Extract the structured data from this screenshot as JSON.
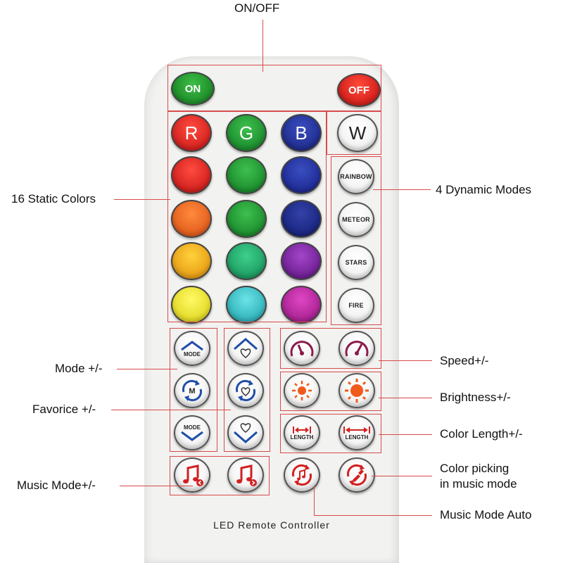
{
  "callouts": {
    "on_off": "ON/OFF",
    "static_colors": "16 Static Colors",
    "dynamic_modes": "4 Dynamic Modes",
    "mode": "Mode +/-",
    "favorite": "Favorice +/-",
    "music_mode": "Music Mode+/-",
    "speed": "Speed+/-",
    "brightness": "Brightness+/-",
    "color_length": "Color Length+/-",
    "color_picking_line1": "Color picking",
    "color_picking_line2": "in music mode",
    "music_auto": "Music Mode Auto"
  },
  "remote": {
    "brand": "LED Remote Controller",
    "on_label": "ON",
    "off_label": "OFF",
    "rgbw": [
      "R",
      "G",
      "B",
      "W"
    ],
    "dynamic": [
      "RAINBOW",
      "METEOR",
      "STARS",
      "FIRE"
    ],
    "mode_up": "MODE",
    "mode_m": "M",
    "mode_down": "MODE",
    "length_left": "LENGTH",
    "length_right": "LENGTH"
  },
  "colors": {
    "on": "#1a9a2a",
    "off": "#e8231a",
    "r": "#e8231a",
    "g": "#1a9a2a",
    "b": "#1f2f9a",
    "row1": [
      "#e11b1b",
      "#16a32e",
      "#1d2aa6"
    ],
    "row2": [
      "#f0651c",
      "#159c3a",
      "#1a2a8c"
    ],
    "row3": [
      "#f5b011",
      "#19a56a",
      "#7a1f9a"
    ],
    "row4": [
      "#f4ec1a",
      "#29c2c8",
      "#b81b98"
    ],
    "accent": "#d84b4b"
  }
}
